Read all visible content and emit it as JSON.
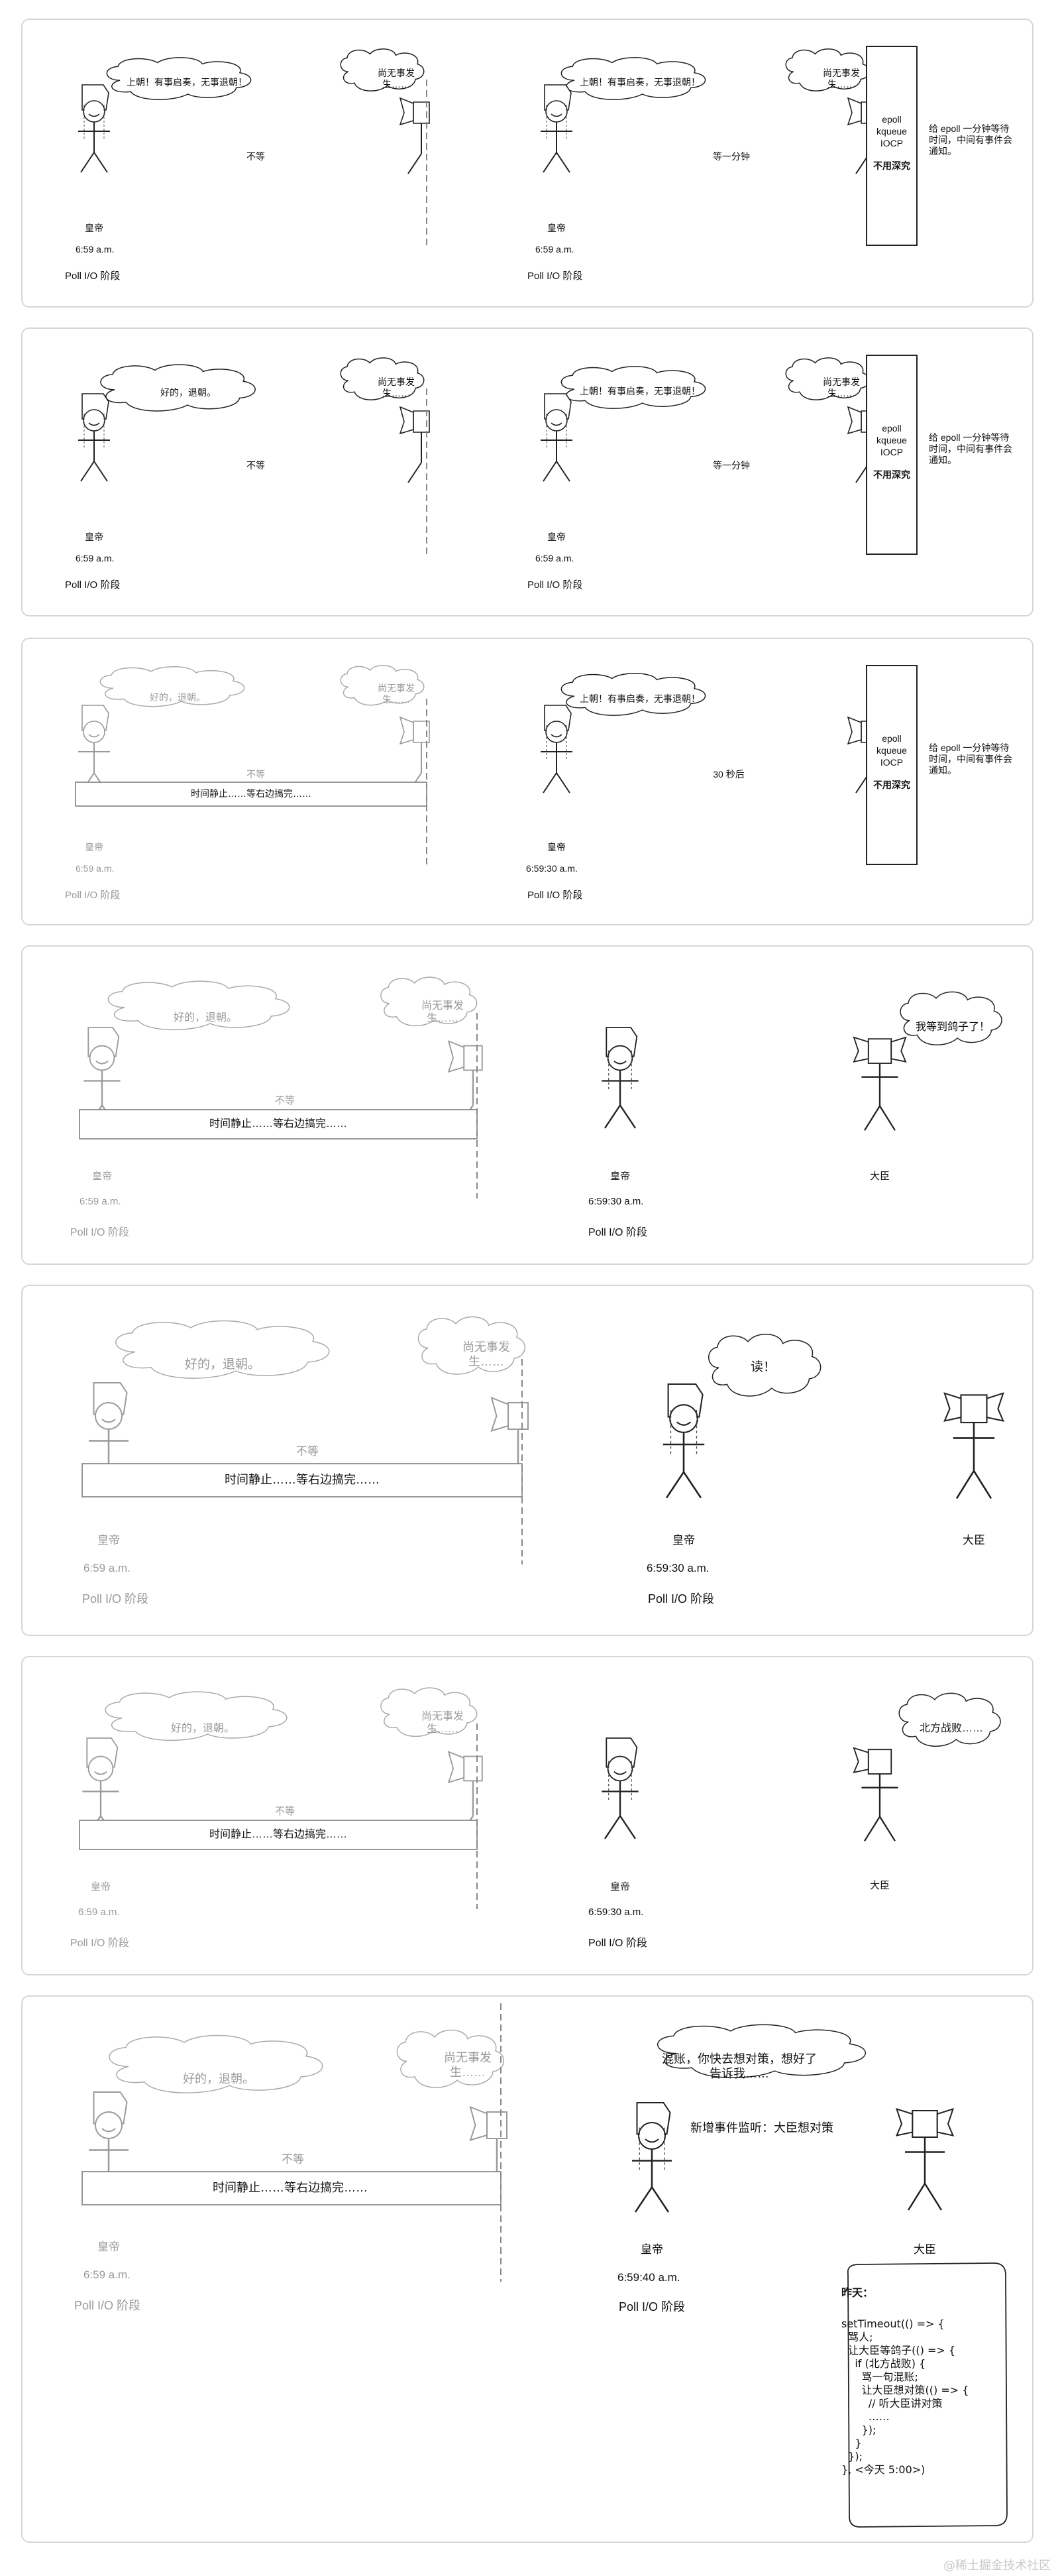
{
  "labels": {
    "emperor": "皇帝",
    "minister": "大臣",
    "poll_phase": "Poll I/O 阶段",
    "time_659": "6:59 a.m.",
    "time_65930": "6:59:30 a.m.",
    "time_65940": "6:59:40 a.m.",
    "court_open": "上朝！有事启奏，无事退朝！",
    "court_close": "好的，退朝。",
    "no_event": "尚无事发生……",
    "no_wait": "不等",
    "wait_minute": "等一分钟",
    "wait_30s": "30 秒后",
    "time_frozen": "时间静止……等右边搞完……",
    "pigeon": "我等到鸽子了！",
    "read": "读！",
    "north_defeat": "北方战败……",
    "scold": "混账，你快去想对策，想好了告诉我……",
    "new_listen": "新增事件监听：大臣想对策"
  },
  "epoll_box": {
    "lines": [
      "epoll",
      "kqueue",
      "IOCP"
    ],
    "strong": "不用深究",
    "note": "给 epoll 一分钟等待时间，中间有事件会通知。"
  },
  "yesterday": {
    "title": "昨天：",
    "code": "setTimeout(() => {\n  骂人;\n  让大臣等鸽子(() => {\n    if (北方战败) {\n      骂一句混账;\n      让大臣想对策(() => {\n        // 听大臣讲对策\n        ……\n      });\n    }\n  });\n}, <今天 5:00>)"
  },
  "watermark": "@稀土掘金技术社区"
}
